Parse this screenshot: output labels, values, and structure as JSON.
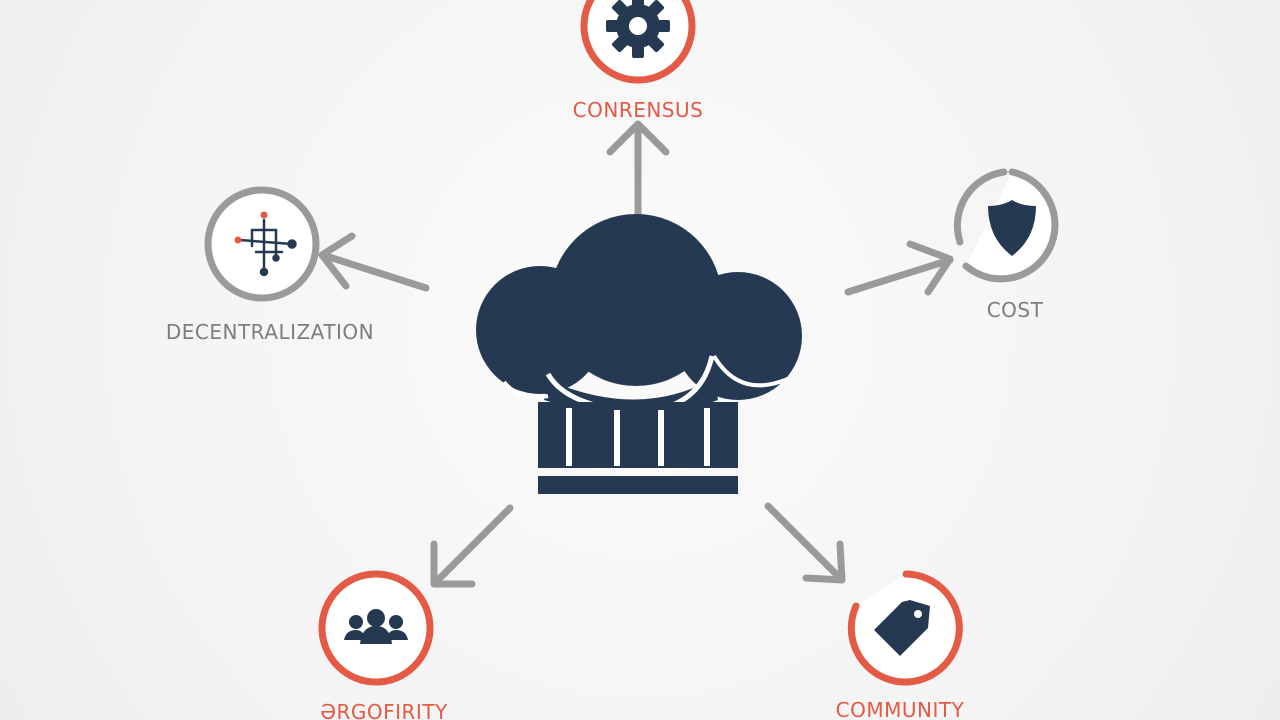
{
  "diagram": {
    "center": {
      "icon": "chef-hat-icon"
    },
    "nodes": [
      {
        "id": "consensus",
        "label": "CONRENSUS",
        "icon": "gear-icon",
        "ring_color": "#e35a45"
      },
      {
        "id": "decentralization",
        "label": "DECENTRALIZATION",
        "icon": "network-graph-icon",
        "ring_color": "#9a9a9c"
      },
      {
        "id": "cost",
        "label": "COST",
        "icon": "shield-icon",
        "ring_color": "#9a9a9c"
      },
      {
        "id": "security",
        "label": "ƏRGOFIRITY",
        "icon": "people-group-icon",
        "ring_color": "#e35a45"
      },
      {
        "id": "community",
        "label": "COMMUNITY",
        "icon": "price-tag-icon",
        "ring_color": "#e35a45"
      }
    ],
    "colors": {
      "navy": "#253a52",
      "accent_red": "#e35a45",
      "arrow_gray": "#9a9a9c"
    }
  }
}
